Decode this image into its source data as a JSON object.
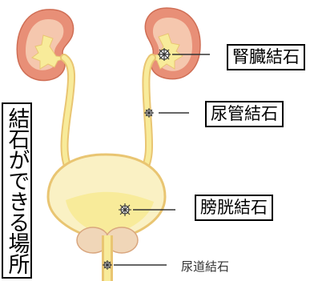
{
  "title": "結石ができる場所",
  "labels": {
    "kidney_stone": "腎臓結石",
    "ureter_stone": "尿管結石",
    "bladder_stone": "膀胱結石",
    "urethra_stone": "尿道結石"
  },
  "colors": {
    "kidney_outer": "#e88f77",
    "kidney_inner": "#f5c7ae",
    "urine": "#f8eb9a",
    "tract_outline": "#e9c572",
    "bladder_wall": "#faf1c4",
    "prostate": "#f0d6b8",
    "stone": "#ffffff",
    "leader_line": "#333333"
  }
}
